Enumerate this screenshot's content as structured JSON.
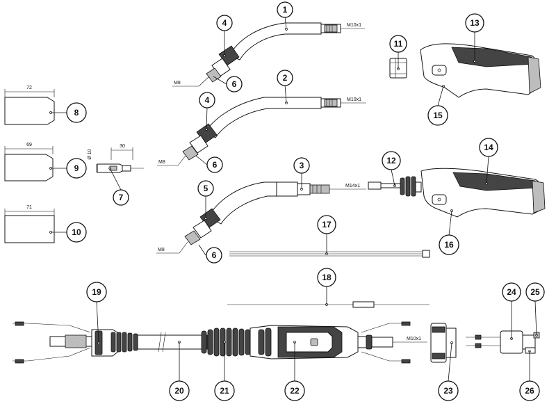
{
  "callouts": {
    "c1": "1",
    "c2": "2",
    "c3": "3",
    "c4a": "4",
    "c4b": "4",
    "c5": "5",
    "c6a": "6",
    "c6b": "6",
    "c6c": "6",
    "c7": "7",
    "c8": "8",
    "c9": "9",
    "c10": "10",
    "c11": "11",
    "c12": "12",
    "c13": "13",
    "c14": "14",
    "c15": "15",
    "c16": "16",
    "c17": "17",
    "c18": "18",
    "c19": "19",
    "c20": "20",
    "c21": "21",
    "c22": "22",
    "c23": "23",
    "c24": "24",
    "c25": "25",
    "c26": "26"
  },
  "labels": {
    "thread1": "M10x1",
    "thread2": "M10x1",
    "thread3": "M14x1",
    "thread_handle": "M10x1",
    "m8a": "M8",
    "m8b": "M8",
    "m8c": "M8"
  },
  "dims": {
    "d72": "72",
    "d69": "69",
    "d71": "71",
    "d30": "30",
    "d10": "Ø 10"
  }
}
